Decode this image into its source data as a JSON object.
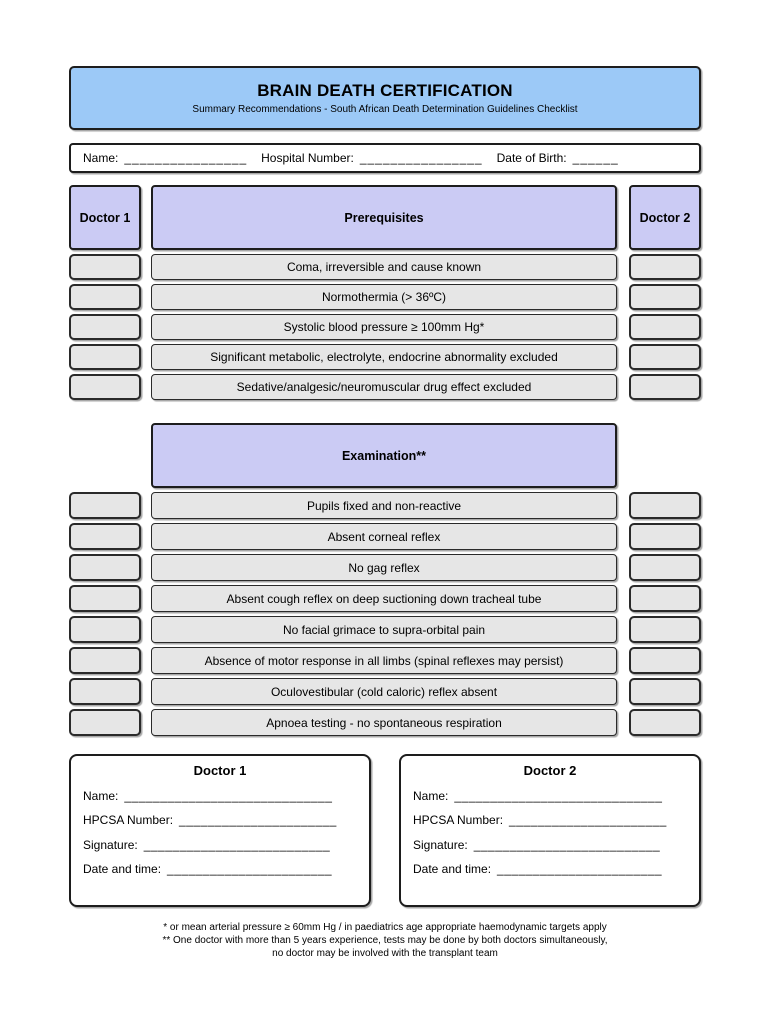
{
  "banner": {
    "title": "BRAIN DEATH CERTIFICATION",
    "subtitle": "Summary Recommendations - South African Death Determination Guidelines Checklist"
  },
  "patient": {
    "name_label": "Name:",
    "name_line": "________________",
    "hospital_label": "Hospital Number:",
    "hospital_line": "________________",
    "dob_label": "Date of Birth:",
    "dob_line": "______"
  },
  "columns": {
    "doctor1": "Doctor 1",
    "doctor2": "Doctor 2"
  },
  "prerequisites": {
    "header": "Prerequisites",
    "items": [
      "Coma, irreversible and cause known",
      "Normothermia (> 36ºC)",
      "Systolic blood pressure ≥ 100mm Hg*",
      "Significant metabolic, electrolyte, endocrine abnormality excluded",
      "Sedative/analgesic/neuromuscular drug effect excluded"
    ]
  },
  "examination": {
    "header": "Examination**",
    "items": [
      "Pupils fixed and non-reactive",
      "Absent corneal reflex",
      "No gag reflex",
      "Absent cough reflex on deep suctioning down tracheal tube",
      "No facial grimace to supra-orbital pain",
      "Absence of motor response in all limbs (spinal reflexes may persist)",
      "Oculovestibular (cold caloric) reflex absent",
      "Apnoea testing - no spontaneous respiration"
    ]
  },
  "doctors": [
    {
      "title": "Doctor 1",
      "fields": [
        {
          "label": "Name:",
          "line": "_____________________________"
        },
        {
          "label": "HPCSA Number:",
          "line": "______________________"
        },
        {
          "label": "Signature:",
          "line": "__________________________"
        },
        {
          "label": "Date and time:",
          "line": "_______________________"
        }
      ]
    },
    {
      "title": "Doctor 2",
      "fields": [
        {
          "label": "Name:",
          "line": "_____________________________"
        },
        {
          "label": "HPCSA Number:",
          "line": "______________________"
        },
        {
          "label": "Signature:",
          "line": "__________________________"
        },
        {
          "label": "Date and time:",
          "line": "_______________________"
        }
      ]
    }
  ],
  "footnotes": [
    "* or mean arterial pressure ≥ 60mm Hg / in paediatrics age appropriate haemodynamic targets apply",
    "** One doctor with more than 5 years experience, tests may be done by both doctors simultaneously,",
    "no doctor may be involved with the transplant team"
  ],
  "colors": {
    "banner_blue": "#9CC9F7",
    "header_purple": "#CBCBF4",
    "row_gray": "#E6E6E6",
    "border": "#1d1d1d"
  }
}
